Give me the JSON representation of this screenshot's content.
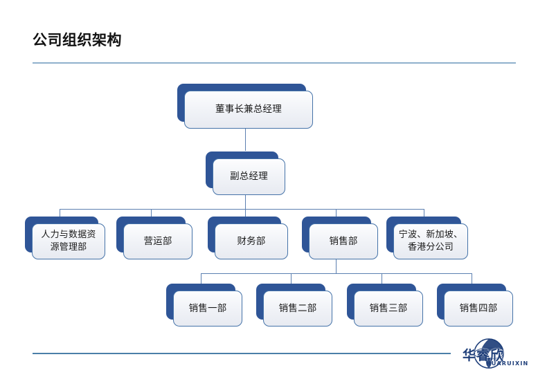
{
  "header": {
    "title": "公司组织架构"
  },
  "chart_data": {
    "type": "diagram",
    "title": "公司组织架构",
    "levels": [
      {
        "level": 1,
        "nodes": [
          {
            "id": "chairman",
            "label": "董事长兼总经理",
            "lines": [
              "董事长兼总经理"
            ]
          }
        ]
      },
      {
        "level": 2,
        "nodes": [
          {
            "id": "vice-gm",
            "label": "副总经理",
            "lines": [
              "副总经理"
            ]
          }
        ]
      },
      {
        "level": 3,
        "nodes": [
          {
            "id": "hr-data",
            "label": "人力与数据资源管理部",
            "lines": [
              "人力与数据资",
              "源管理部"
            ]
          },
          {
            "id": "operations",
            "label": "营运部",
            "lines": [
              "营运部"
            ]
          },
          {
            "id": "finance",
            "label": "财务部",
            "lines": [
              "财务部"
            ]
          },
          {
            "id": "sales",
            "label": "销售部",
            "lines": [
              "销售部"
            ]
          },
          {
            "id": "branches",
            "label": "宁波、新加坡、香港分公司",
            "lines": [
              "宁波、新加坡、",
              "香港分公司"
            ]
          }
        ]
      },
      {
        "level": 4,
        "nodes": [
          {
            "id": "sales-1",
            "label": "销售一部",
            "lines": [
              "销售一部"
            ]
          },
          {
            "id": "sales-2",
            "label": "销售二部",
            "lines": [
              "销售二部"
            ]
          },
          {
            "id": "sales-3",
            "label": "销售三部",
            "lines": [
              "销售三部"
            ]
          },
          {
            "id": "sales-4",
            "label": "销售四部",
            "lines": [
              "销售四部"
            ]
          }
        ]
      }
    ],
    "edges": [
      {
        "from": "chairman",
        "to": "vice-gm"
      },
      {
        "from": "vice-gm",
        "to": "hr-data"
      },
      {
        "from": "vice-gm",
        "to": "operations"
      },
      {
        "from": "vice-gm",
        "to": "finance"
      },
      {
        "from": "vice-gm",
        "to": "sales"
      },
      {
        "from": "vice-gm",
        "to": "branches"
      },
      {
        "from": "sales",
        "to": "sales-1"
      },
      {
        "from": "sales",
        "to": "sales-2"
      },
      {
        "from": "sales",
        "to": "sales-3"
      },
      {
        "from": "sales",
        "to": "sales-4"
      }
    ]
  },
  "nodes": {
    "chairman": "董事长兼总经理",
    "vice_gm": "副总经理",
    "hr_data": "人力与数据资\n源管理部",
    "operations": "营运部",
    "finance": "财务部",
    "sales": "销售部",
    "branches": "宁波、新加坡、\n香港分公司",
    "sales_1": "销售一部",
    "sales_2": "销售二部",
    "sales_3": "销售三部",
    "sales_4": "销售四部"
  },
  "logo": {
    "cn_name": "华睿欣",
    "en_name": "HUARUIXIN"
  },
  "colors": {
    "shadow_blue": "#2F5597",
    "card_border": "#4472A8",
    "connector": "#5B7FB0",
    "header_rule": "#8FB0CC",
    "footer_rule": "#4A7FA8",
    "logo_blue": "#1F3F7A"
  }
}
